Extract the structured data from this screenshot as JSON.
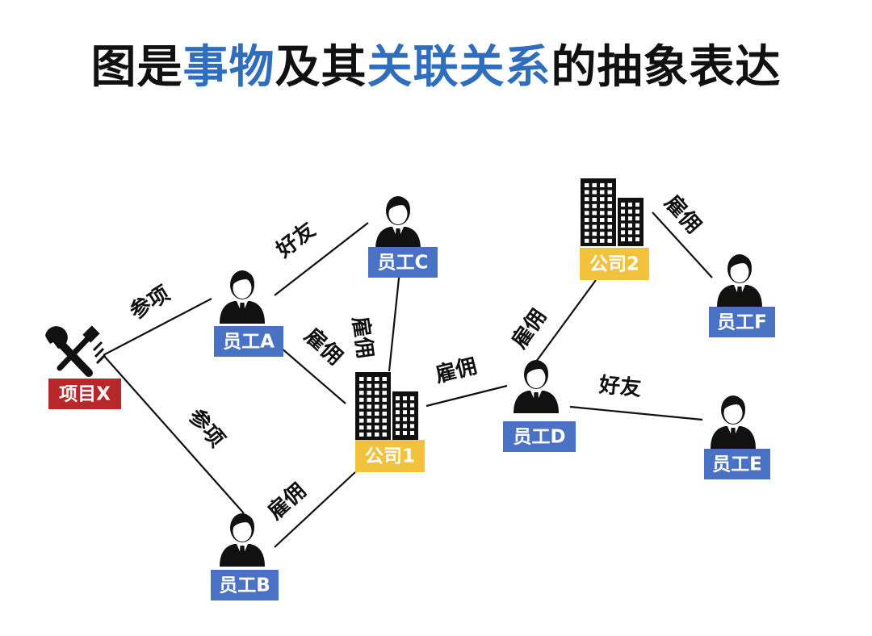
{
  "title": {
    "parts": [
      {
        "text": "图是",
        "highlight": false
      },
      {
        "text": "事物",
        "highlight": true
      },
      {
        "text": "及其",
        "highlight": false
      },
      {
        "text": "关联关系",
        "highlight": true
      },
      {
        "text": "的抽象表达",
        "highlight": false
      }
    ],
    "highlight_color": "#2f6dbf"
  },
  "colors": {
    "employee": "#4a72c4",
    "company": "#f3c23c",
    "project": "#b8282b",
    "edge": "#111111"
  },
  "nodes": [
    {
      "id": "X",
      "label": "项目X",
      "kind": "project",
      "icon": "wrench-icon"
    },
    {
      "id": "A",
      "label": "员工A",
      "kind": "employee",
      "icon": "person-icon"
    },
    {
      "id": "B",
      "label": "员工B",
      "kind": "employee",
      "icon": "person-icon"
    },
    {
      "id": "C",
      "label": "员工C",
      "kind": "employee",
      "icon": "person-icon"
    },
    {
      "id": "D",
      "label": "员工D",
      "kind": "employee",
      "icon": "person-icon"
    },
    {
      "id": "E",
      "label": "员工E",
      "kind": "employee",
      "icon": "person-icon"
    },
    {
      "id": "F",
      "label": "员工F",
      "kind": "employee",
      "icon": "person-icon"
    },
    {
      "id": "C1",
      "label": "公司1",
      "kind": "company",
      "icon": "building-icon"
    },
    {
      "id": "C2",
      "label": "公司2",
      "kind": "company",
      "icon": "building-icon"
    }
  ],
  "edges": [
    {
      "from": "X",
      "to": "A",
      "label": "参项"
    },
    {
      "from": "X",
      "to": "B",
      "label": "参项"
    },
    {
      "from": "A",
      "to": "C",
      "label": "好友"
    },
    {
      "from": "A",
      "to": "C1",
      "label": "雇佣"
    },
    {
      "from": "C",
      "to": "C1",
      "label": "雇佣"
    },
    {
      "from": "B",
      "to": "C1",
      "label": "雇佣"
    },
    {
      "from": "C1",
      "to": "D",
      "label": "雇佣"
    },
    {
      "from": "D",
      "to": "C2",
      "label": "雇佣"
    },
    {
      "from": "C2",
      "to": "F",
      "label": "雇佣"
    },
    {
      "from": "D",
      "to": "E",
      "label": "好友"
    }
  ]
}
